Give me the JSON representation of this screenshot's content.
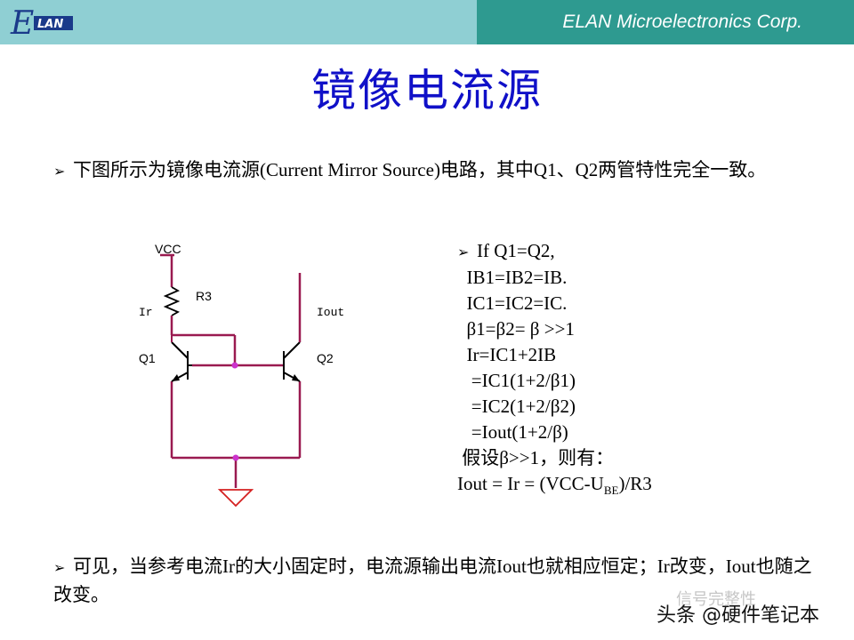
{
  "header": {
    "corp_name": "ELAN Microelectronics Corp.",
    "logo_text": "LAN"
  },
  "title": "镜像电流源",
  "intro": "下图所示为镜像电流源(Current Mirror Source)电路，其中Q1、Q2两管特性完全一致。",
  "circuit": {
    "vcc": "VCC",
    "r3": "R3",
    "ir": "Ir",
    "iout": "Iout",
    "q1": "Q1",
    "q2": "Q2"
  },
  "equations": [
    "If Q1=Q2,",
    "  IB1=IB2=IB.",
    "  IC1=IC2=IC.",
    "  β1=β2= β >>1",
    "  Ir=IC1+2IB",
    "   =IC1(1+2/β1)",
    "   =IC2(1+2/β2)",
    "   =Iout(1+2/β)",
    " 假设β>>1，则有："
  ],
  "final_eq": {
    "pre": "Iout = Ir = (VCC-U",
    "sub": "BE",
    "post": ")/R3"
  },
  "conclusion": "可见，当参考电流Ir的大小固定时，电流源输出电流Iout也就相应恒定；Ir改变，Iout也随之改变。",
  "watermark": {
    "faint": "信号完整性",
    "main": "头条 @硬件笔记本"
  },
  "colors": {
    "wire": "#9a1a50",
    "node": "#cc33cc",
    "title": "#1010c8",
    "header_light": "#8fcfd3",
    "header_dark": "#2e9a90"
  }
}
